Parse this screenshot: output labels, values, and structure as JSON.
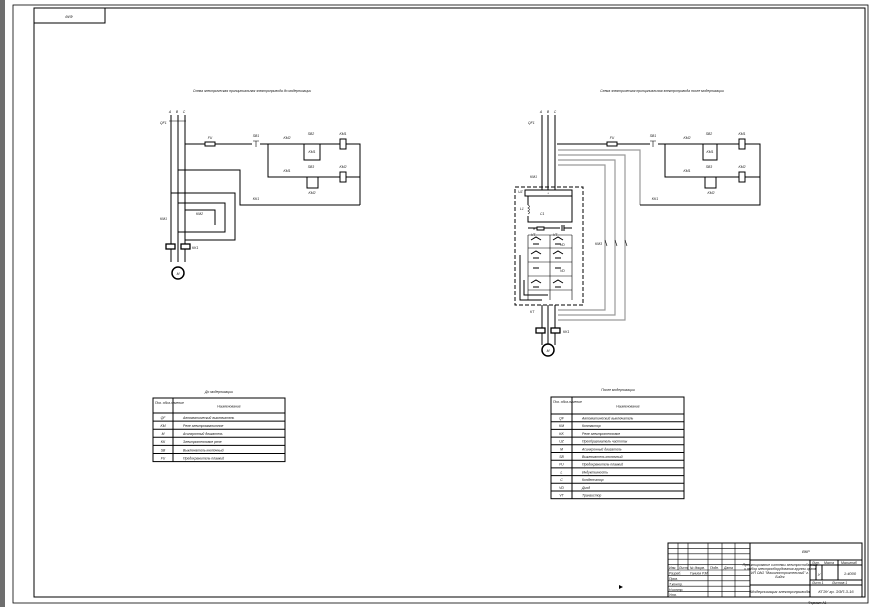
{
  "sheet": {
    "stamp": "д4Ф",
    "format": "Формат А1"
  },
  "before": {
    "title": "Схема электрическая принципиальная электропривода до модернизации",
    "labels": {
      "phases": [
        "A",
        "B",
        "C"
      ],
      "qf": "QF1",
      "fu": "FU",
      "sb1": "SB1",
      "sb2": "SB2",
      "sb3": "SB3",
      "km1": "KM1",
      "km2": "KM2",
      "kk": "KK1",
      "kk_contact": "KK1",
      "motor": "M"
    },
    "table": {
      "title": "До модернизации",
      "headers": [
        "Поз. обоз-начение",
        "Наименование"
      ],
      "rows": [
        [
          "QF",
          "Автоматический выключатель"
        ],
        [
          "KM",
          "Реле электромагнитное"
        ],
        [
          "M",
          "Асинхронный двигатель"
        ],
        [
          "KK",
          "Электротепловое реле"
        ],
        [
          "SB",
          "Выключатель кнопочный"
        ],
        [
          "FU",
          "Предохранитель плавкий"
        ]
      ]
    }
  },
  "after": {
    "title": "Схема электрическая принципиальная электропривода после модернизации",
    "labels": {
      "phases": [
        "A",
        "B",
        "C"
      ],
      "qf": "QF1",
      "fu": "FU",
      "sb1": "SB1",
      "sb2": "SB2",
      "sb3": "SB3",
      "km1": "KM1",
      "km2": "KM2",
      "km3": "KM3",
      "kk": "KK1",
      "kk_contact": "KK1",
      "kt": "KT",
      "uz": "UZ",
      "l": "L1",
      "c": "C1",
      "r": "R",
      "vd": "VD",
      "vt": "VT",
      "motor": "M"
    },
    "table": {
      "title": "После модернизации",
      "headers": [
        "Поз. обоз-начение",
        "Наименование"
      ],
      "rows": [
        [
          "QF",
          "Автоматический выключатель"
        ],
        [
          "KM",
          "Контактор"
        ],
        [
          "KK",
          "Реле электротепловое"
        ],
        [
          "UZ",
          "Преобразователь частоты"
        ],
        [
          "M",
          "Асинхронный двигатель"
        ],
        [
          "SB",
          "Выключатель кнопочный"
        ],
        [
          "FU",
          "Предохранитель плавкий"
        ],
        [
          "L",
          "Индуктивность"
        ],
        [
          "C",
          "Конденсатор"
        ],
        [
          "VD",
          "Диод"
        ],
        [
          "VT",
          "Транзистор"
        ]
      ]
    }
  },
  "title_block": {
    "doc_type": "ВКР",
    "project": [
      "Проектирование системы электроснабжения",
      "и выбор электрооборудования группы цехов",
      "ИП ОАО \"Машиностроительный\" г.",
      "Бийск"
    ],
    "sheet_name": "Модернизация электропривода",
    "code": "КГЭУ гр. ЭЭП-3-16",
    "lit_header": "Лит.",
    "mass_header": "Масса",
    "scale_header": "Масштаб",
    "lit": "У",
    "scale": "1:4000",
    "sheet_label": "Лист 1",
    "sheets_label": "Листов 1",
    "cols": [
      "Изм.",
      "Лист",
      "№ докум.",
      "Подп.",
      "Дата"
    ],
    "roles": [
      "Разраб.",
      "Пров.",
      "Т.контр.",
      "Н.контр.",
      "Утв."
    ],
    "developer": "Ганиев Р.М."
  }
}
